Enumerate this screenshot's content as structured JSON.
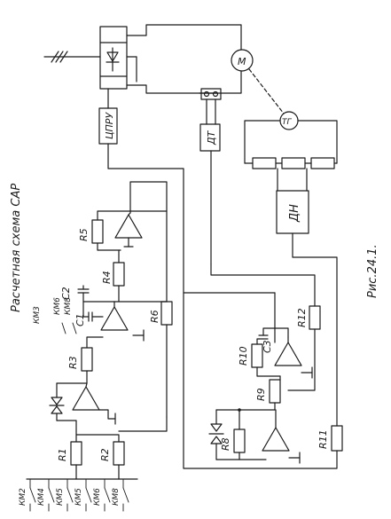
{
  "labels": {
    "caption": "Рис.24.1.",
    "title": "Расчетная схема САР",
    "upru": "ЦПРУ",
    "dt": "ДТ",
    "dn": "ДН",
    "motor": "М",
    "tachogen": "ТГ",
    "r1": "R1",
    "r2": "R2",
    "r3": "R3",
    "r4": "R4",
    "r5": "R5",
    "r6": "R6",
    "r8": "R8",
    "r9": "R9",
    "r10": "R10",
    "r11": "R11",
    "r12": "R12",
    "c1": "C1",
    "c2": "C2",
    "c3": "C3",
    "km3": "КМ3",
    "km6a": "КМ6",
    "km8a": "КМ8",
    "km2": "КМ2",
    "km4": "КМ4",
    "km5a": "КМ5",
    "km5b": "КМ5",
    "km6b": "КМ6",
    "km8b": "КМ8"
  }
}
